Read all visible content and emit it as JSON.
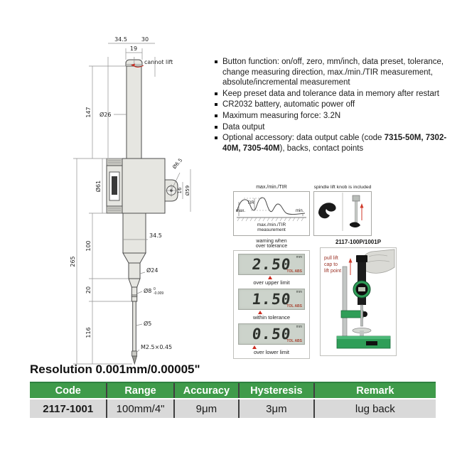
{
  "drawing": {
    "cannot_lift": "cannot lift",
    "dims": {
      "top_345": "34.5",
      "top_30": "30",
      "top_19": "19",
      "left_147": "147",
      "left_100": "100",
      "left_265": "265",
      "left_20": "20",
      "left_116": "116",
      "dia_26": "Ø26",
      "dia_61": "Ø61",
      "dia_65": "Ø6.5",
      "len_16": "16",
      "dia_59": "Ø59",
      "mid_345": "34.5",
      "dia_24": "Ø24",
      "dia_8": "Ø8",
      "tol_upper": "0",
      "tol_lower": "-0.009",
      "dia_5": "Ø5",
      "thread": "M2.5×0.45"
    }
  },
  "features": {
    "items": [
      {
        "text": "Button function: on/off, zero, mm/inch, data preset, tolerance, change measuring direction, max./min./TIR measurement, absolute/incremental measurement"
      },
      {
        "text": "Keep preset data and tolerance data in memory after restart"
      },
      {
        "text": "CR2032 battery, automatic power off"
      },
      {
        "text": "Maximum measuring force: 3.2N"
      },
      {
        "text": "Data output"
      },
      {
        "p1": "Optional accessory: data output cable (code ",
        "bold": "7315-50M, 7302-40M, 7305-40M",
        "p2": "), backs, contact points"
      }
    ]
  },
  "panels": {
    "tir": {
      "title": "max./min./TIR",
      "max": "max.",
      "tir": "TIR",
      "min": "min.",
      "cap1": "max./min./TIR",
      "cap2": "measurement"
    },
    "spindle": {
      "title": "spindle lift knob is included"
    },
    "warning": {
      "title1": "warning when",
      "title2": "over tolerance",
      "lcds": [
        {
          "value": "2.50",
          "unit": "mm",
          "mode": "TOL ABS",
          "label": "over upper limit"
        },
        {
          "value": "1.50",
          "unit": "mm",
          "mode": "TOL ABS",
          "label": "within tolerance"
        },
        {
          "value": "0.50",
          "unit": "mm",
          "mode": "TOL ABS",
          "label": "over lower limit"
        }
      ]
    },
    "stand": {
      "title": "2117-100P/1001P",
      "note1": "pull lift",
      "note2": "cap to",
      "note3": "lift point"
    }
  },
  "resolution": "Resolution 0.001mm/0.00005\"",
  "table": {
    "headers": [
      "Code",
      "Range",
      "Accuracy",
      "Hysteresis",
      "Remark"
    ],
    "row": [
      "2117-1001",
      "100mm/4\"",
      "9μm",
      "3μm",
      "lug back"
    ]
  },
  "colors": {
    "table_header_green": "#3f9b4a",
    "table_row_gray": "#d9d9d9",
    "stand_green": "#2f9e58",
    "lcd_background": "#ccd3cb",
    "accent_red": "#cc2a1e"
  }
}
